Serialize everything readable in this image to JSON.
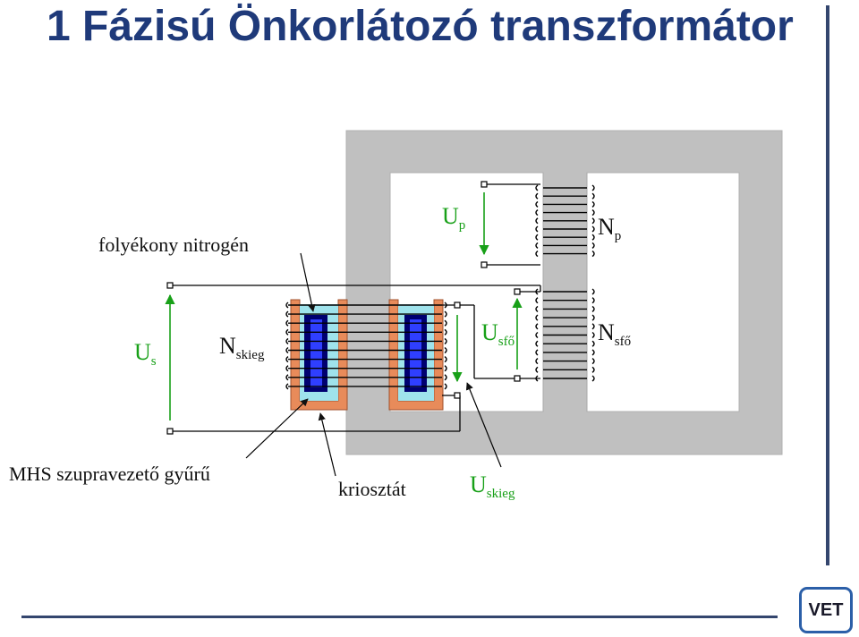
{
  "title": "1 Fázisú Önkorlátozó transzformátor",
  "labels": {
    "nitrogen": "folyékony nitrogén",
    "ring": "MHS szupravezető gyűrű",
    "cryostat": "kriosztát"
  },
  "symbols": {
    "up": {
      "main": "U",
      "sub": "p"
    },
    "np": {
      "main": "N",
      "sub": "p"
    },
    "us": {
      "main": "U",
      "sub": "s"
    },
    "nskieg": {
      "main": "N",
      "sub": "skieg"
    },
    "usfo": {
      "main": "U",
      "sub": "sfő"
    },
    "nsfo": {
      "main": "N",
      "sub": "sfő"
    },
    "uskieg": {
      "main": "U",
      "sub": "skieg"
    }
  },
  "logo": "VET",
  "colors": {
    "title": "#1f3a7a",
    "core": "#c0c0c0",
    "cryostat": "#e88b5a",
    "nitrogen": "#9fe3ec",
    "ring_outer": "#000070",
    "ring_inner": "#2f3fff",
    "voltage_arrow": "#18a018",
    "frame": "#34466e"
  }
}
